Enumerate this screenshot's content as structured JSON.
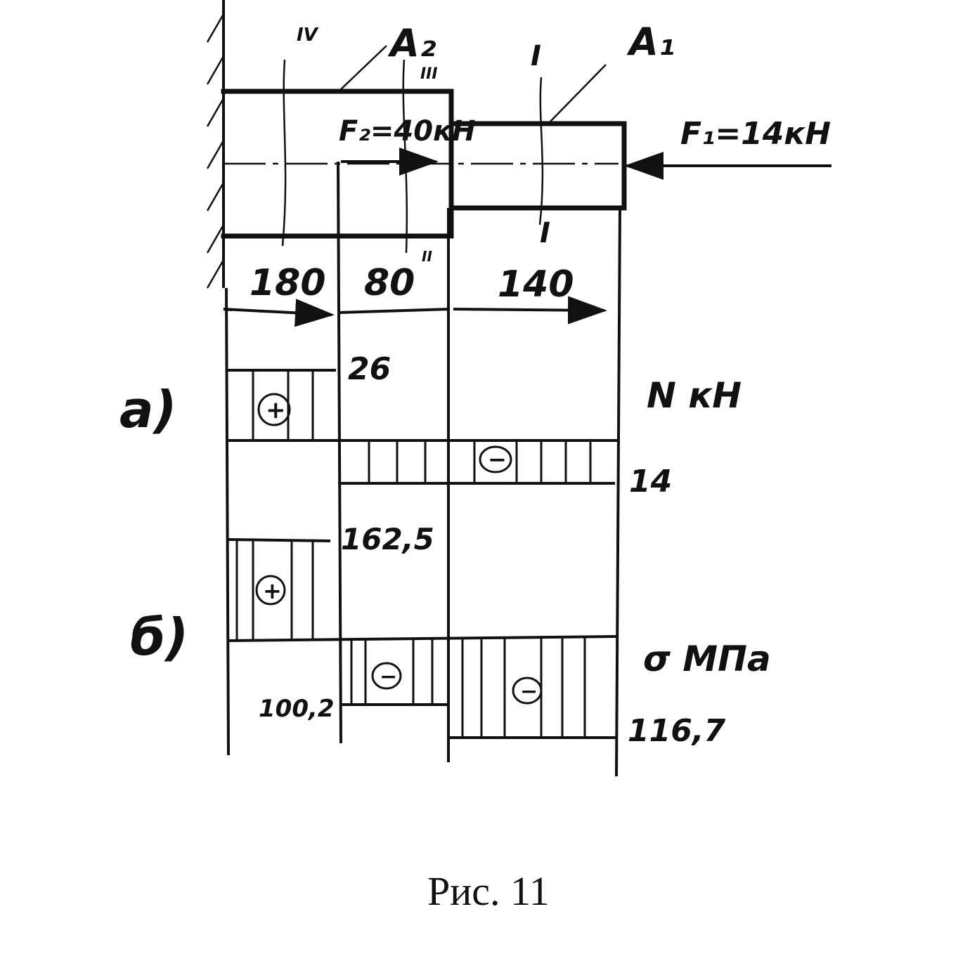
{
  "labels": {
    "area_2": "A₂",
    "area_1": "A₁",
    "force_2": "F₂=40кН",
    "force_1": "F₁=14кН",
    "section_IV": "IV",
    "section_III": "III",
    "section_II": "II",
    "section_I": "I"
  },
  "dimensions": {
    "segment_1": "180",
    "segment_2": "80",
    "segment_3": "140"
  },
  "diagram_a": {
    "marker": "а)",
    "axis_label": "N кН",
    "value_positive": "26",
    "value_negative": "14",
    "sign_positive": "+",
    "sign_negative": "−"
  },
  "diagram_b": {
    "marker": "б)",
    "axis_label": "σ МПа",
    "value_positive": "162,5",
    "value_negative_1": "100,2",
    "value_negative_2": "116,7",
    "sign_positive": "+",
    "sign_negative": "−"
  },
  "caption": "Рис. 11"
}
